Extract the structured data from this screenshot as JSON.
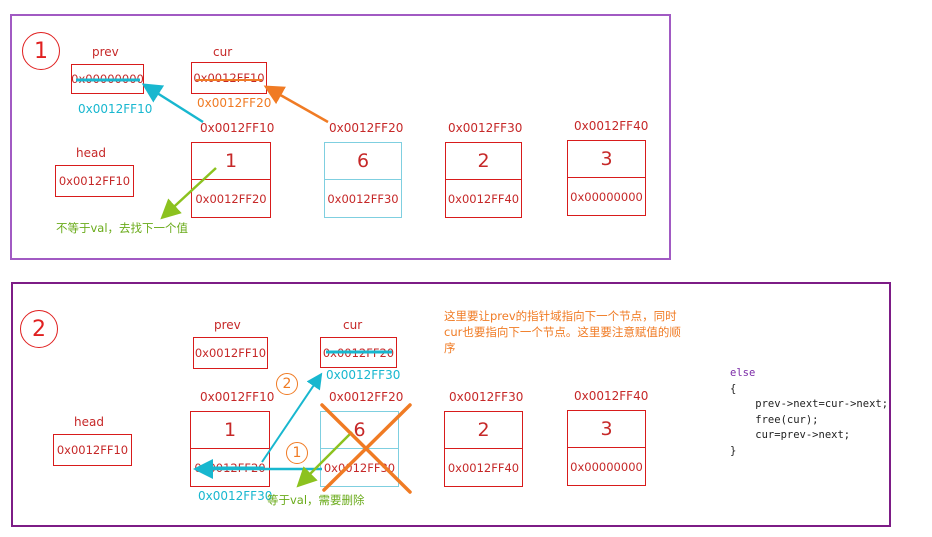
{
  "step1": {
    "number": "1",
    "prev": {
      "label": "prev",
      "value": "0x00000000",
      "new_value": "0x0012FF10"
    },
    "cur": {
      "label": "cur",
      "value": "0x0012FF10",
      "new_value": "0x0012FF20"
    },
    "head": {
      "label": "head",
      "value": "0x0012FF10"
    },
    "nodes": [
      {
        "addr": "0x0012FF10",
        "value": "1",
        "next": "0x0012FF20"
      },
      {
        "addr": "0x0012FF20",
        "value": "6",
        "next": "0x0012FF30"
      },
      {
        "addr": "0x0012FF30",
        "value": "2",
        "next": "0x0012FF40"
      },
      {
        "addr": "0x0012FF40",
        "value": "3",
        "next": "0x00000000"
      }
    ],
    "annotation": "不等于val，去找下一个值"
  },
  "step2": {
    "number": "2",
    "prev": {
      "label": "prev",
      "value": "0x0012FF10"
    },
    "cur": {
      "label": "cur",
      "value": "0x0012FF20",
      "new_value": "0x0012FF30"
    },
    "head": {
      "label": "head",
      "value": "0x0012FF10"
    },
    "nodes": [
      {
        "addr": "0x0012FF10",
        "value": "1",
        "next": "0x0012FF20",
        "new_next": "0x0012FF30"
      },
      {
        "addr": "0x0012FF20",
        "value": "6",
        "next": "0x0012FF30"
      },
      {
        "addr": "0x0012FF30",
        "value": "2",
        "next": "0x0012FF40"
      },
      {
        "addr": "0x0012FF40",
        "value": "3",
        "next": "0x00000000"
      }
    ],
    "order_1": "1",
    "order_2": "2",
    "annotation": "等于val，需要删除",
    "note": "这里要让prev的指针域指向下一个节点，同时cur也要指向下一个节点。这里要注意赋值的顺序"
  },
  "code": {
    "l1": "else",
    "l2": "{",
    "l3": "    prev->next=cur->next;",
    "l4": "    free(cur);",
    "l5": "    cur=prev->next;",
    "l6": "}"
  },
  "colors": {
    "red": "#d81b1b",
    "cyan": "#18b7cf",
    "orange": "#f07b24",
    "green": "#8cc21f",
    "purple": "#a15ac3"
  }
}
